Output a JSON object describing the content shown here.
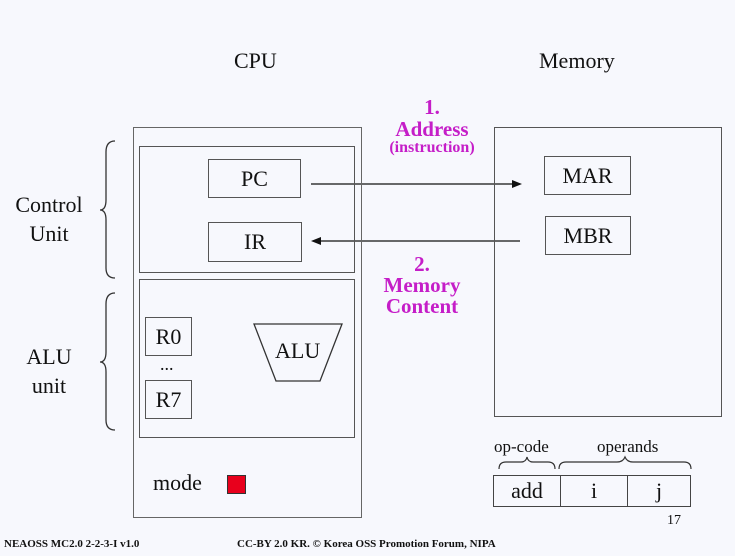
{
  "titles": {
    "cpu": "CPU",
    "memory": "Memory"
  },
  "cpu": {
    "control_unit_label": [
      "Control",
      "Unit"
    ],
    "alu_unit_label": [
      "ALU",
      "unit"
    ],
    "registers": {
      "pc": "PC",
      "ir": "IR",
      "r0": "R0",
      "ellipsis": "...",
      "r7": "R7"
    },
    "alu": "ALU",
    "mode_label": "mode",
    "mode_color": "#e8001c"
  },
  "memory": {
    "mar": "MAR",
    "mbr": "MBR"
  },
  "steps": {
    "step1": {
      "number": "1.",
      "label": "Address",
      "sub": "(instruction)"
    },
    "step2": {
      "number": "2.",
      "label1": "Memory",
      "label2": "Content"
    },
    "accent_color": "#c51dc8"
  },
  "instruction": {
    "opcode_label": "op-code",
    "operands_label": "operands",
    "fields": [
      "add",
      "i",
      "j"
    ]
  },
  "footer": {
    "left": "NEAOSS MC2.0 2-2-3-I v1.0",
    "center": "CC-BY 2.0 KR. © Korea OSS Promotion Forum, NIPA",
    "page_number": "17"
  }
}
